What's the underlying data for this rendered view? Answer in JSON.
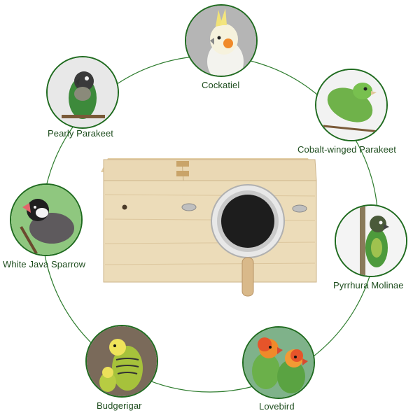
{
  "labels": {
    "cockatiel": "Cockatiel",
    "pearly_parakeet": "Pearly Parakeet",
    "cobalt_winged_parakeet": "Cobalt-winged Parakeet",
    "white_java_sparrow": "White Java Sparrow",
    "pyrrhura_molinae": "Pyrrhura Molinae",
    "budgerigar": "Budgerigar",
    "lovebird": "Lovebird"
  },
  "colors": {
    "ring": "#2f7d2f",
    "label_text": "#1e4d1e",
    "wood": "#e9d7b3"
  }
}
